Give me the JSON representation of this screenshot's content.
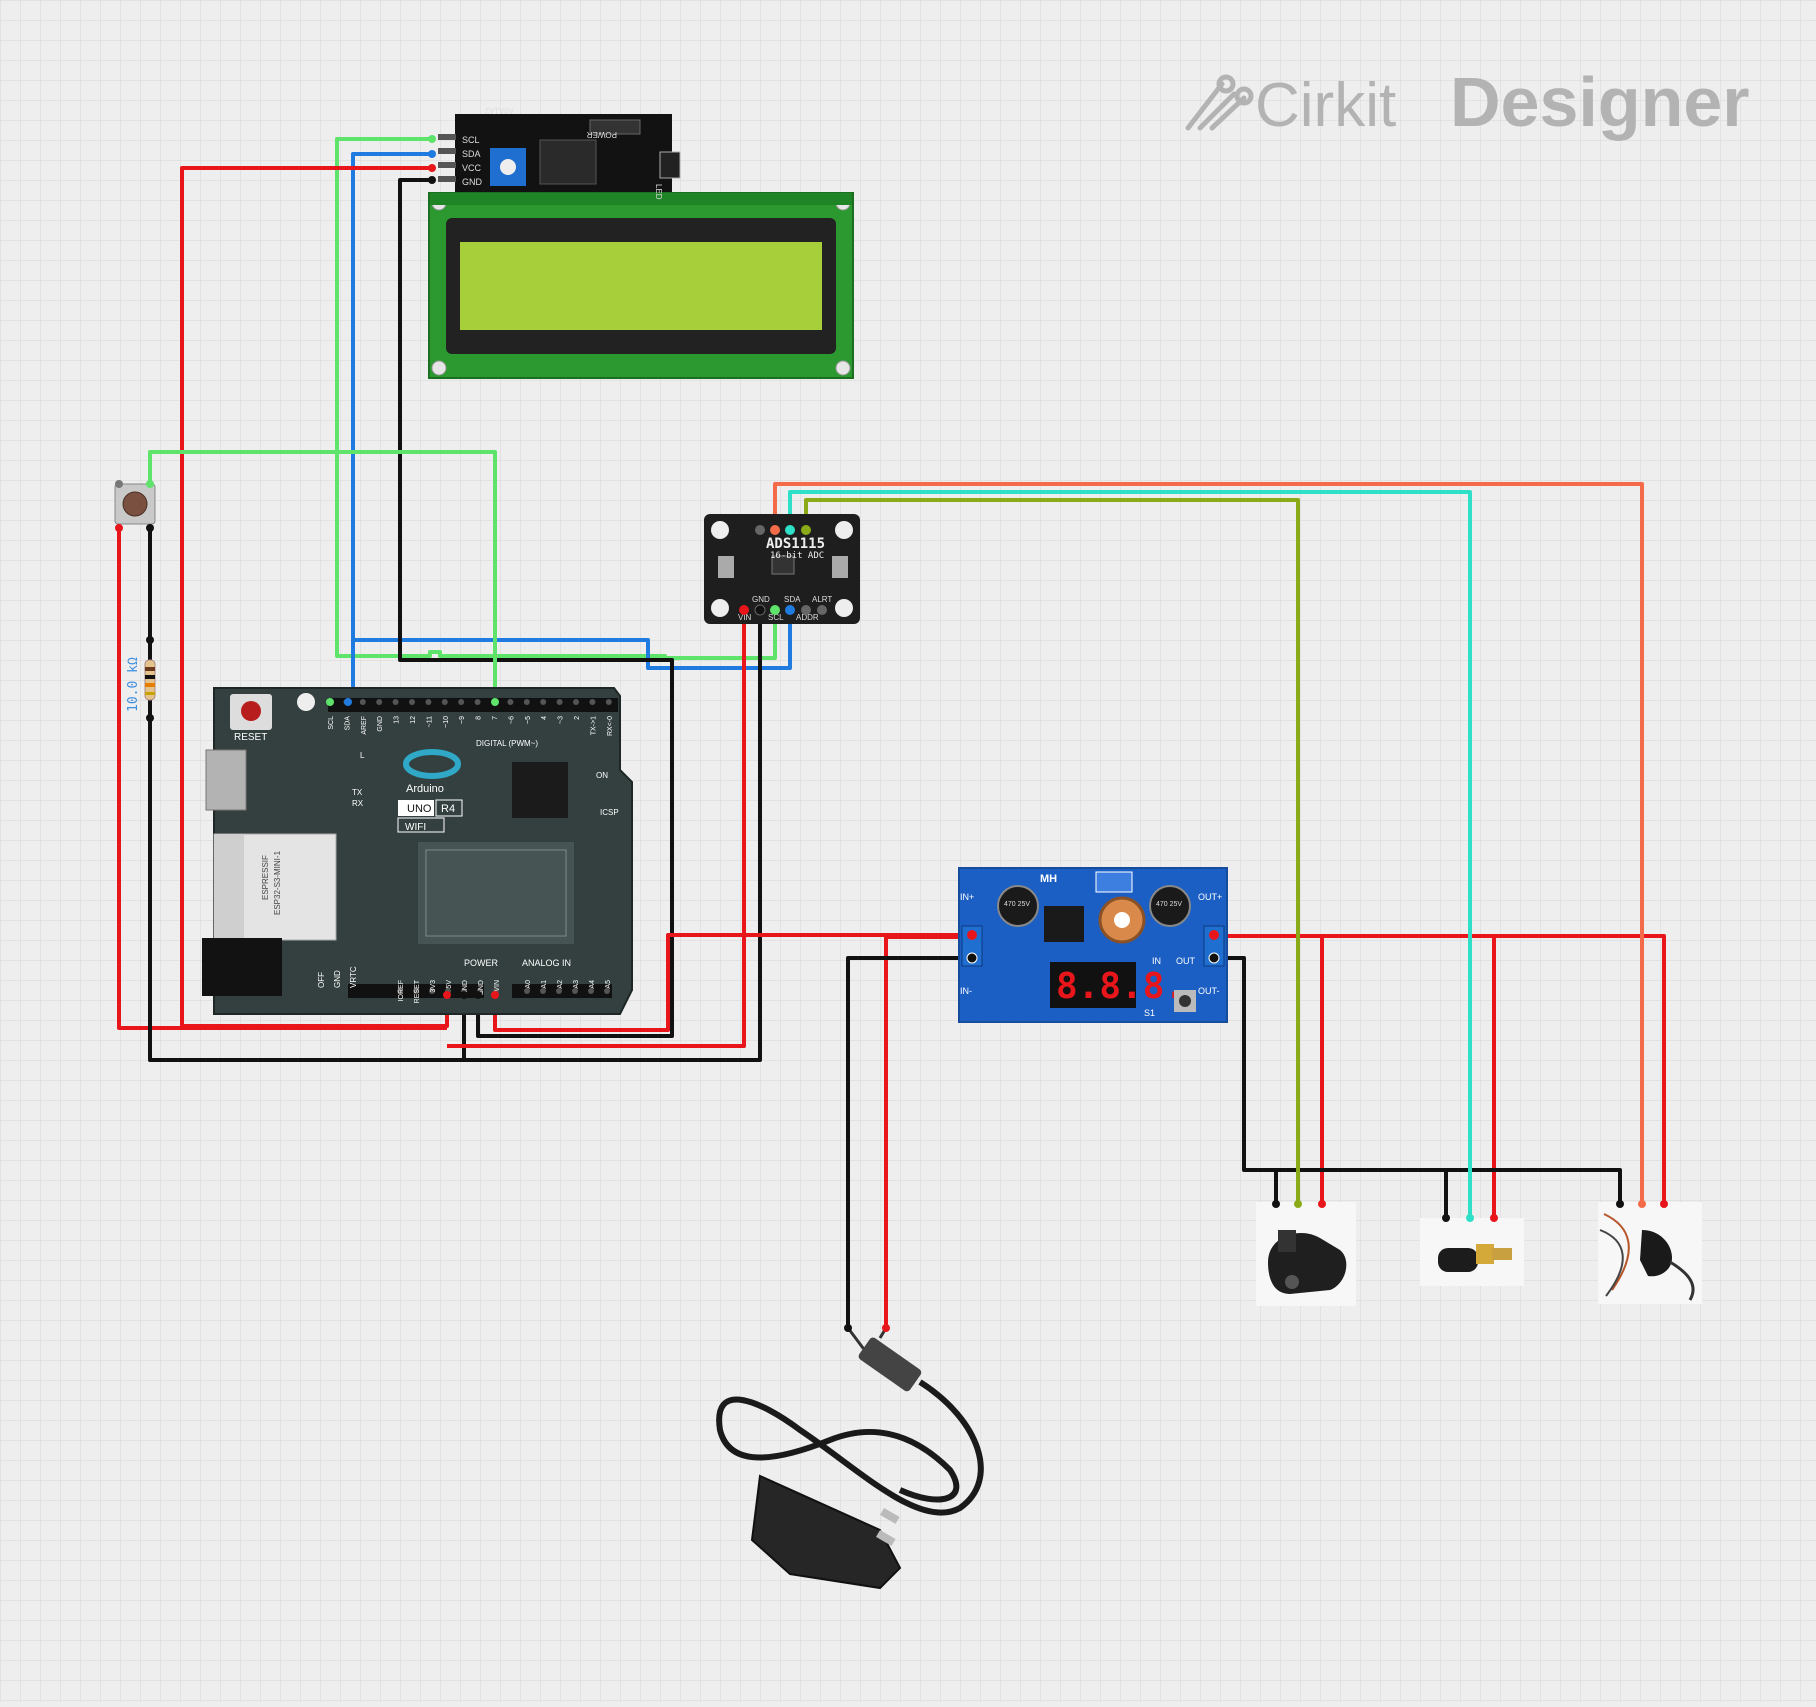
{
  "brand": {
    "name_light": "Cirkit",
    "name_bold": "Designer",
    "logo_icon": "cirkit-logo-icon"
  },
  "lcd": {
    "pin_labels": [
      "SCL",
      "SDA",
      "VCC",
      "GND"
    ],
    "backpack_labels": [
      "A0A1A2",
      "POWER",
      "LED"
    ]
  },
  "resistor": {
    "value": "10.0 kΩ"
  },
  "ads": {
    "title": "ADS1115",
    "subtitle": "16-bit ADC",
    "pins": [
      "VIN",
      "GND",
      "SCL",
      "SDA",
      "ADDR",
      "ALRT"
    ]
  },
  "arduino": {
    "reset_label": "RESET",
    "brand": "Arduino",
    "model": "UNO",
    "rev": "R4",
    "variant": "WIFI",
    "module_vendor": "ESPRESSIF",
    "module_name": "ESP32-S3-MINI-1",
    "digital_header": [
      "SCL",
      "SDA",
      "AREF",
      "GND",
      "13",
      "12",
      "~11",
      "~10",
      "~9",
      "8",
      "7",
      "~6",
      "~5",
      "4",
      "~3",
      "2",
      "TX->1",
      "RX<-0"
    ],
    "digital_label": "DIGITAL (PWM~)",
    "power_header": [
      "IOREF",
      "RESET",
      "3V3",
      "5V",
      "GND",
      "GND",
      "VIN"
    ],
    "power_label": "POWER",
    "analog_header": [
      "A0",
      "A1",
      "A2",
      "A3",
      "A4",
      "A5"
    ],
    "analog_label": "ANALOG IN",
    "misc_labels": [
      "TX",
      "RX",
      "L",
      "ON",
      "ICSP",
      "OFF",
      "GND",
      "VRTC"
    ]
  },
  "buck": {
    "brand": "MH",
    "in_plus": "IN+",
    "in_minus": "IN-",
    "out_plus": "OUT+",
    "out_minus": "OUT-",
    "cap_label": "470 25V",
    "display": "8.8.8.",
    "labels": [
      "IN",
      "OUT",
      "S1"
    ]
  },
  "colors": {
    "red": "#e8161b",
    "black": "#111111",
    "green": "#5ee36b",
    "blue": "#1f7be0",
    "teal": "#2fe0c8",
    "olive": "#8aab17",
    "orange": "#f46b4a"
  }
}
